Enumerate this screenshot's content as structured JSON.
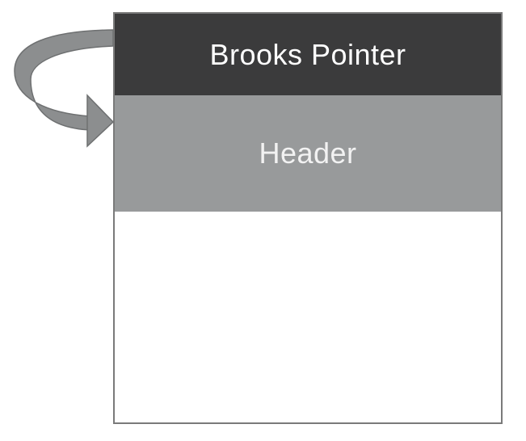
{
  "diagram": {
    "blocks": [
      {
        "label": "Brooks Pointer",
        "fill": "#3b3b3c"
      },
      {
        "label": "Header",
        "fill": "#989a9b"
      },
      {
        "label": "",
        "fill": "#ffffff"
      }
    ],
    "arrow": {
      "from": "Brooks Pointer",
      "to": "Header",
      "fill": "#8c8e8f",
      "stroke": "#6e7071"
    },
    "outline_color": "#7a7a7a"
  }
}
